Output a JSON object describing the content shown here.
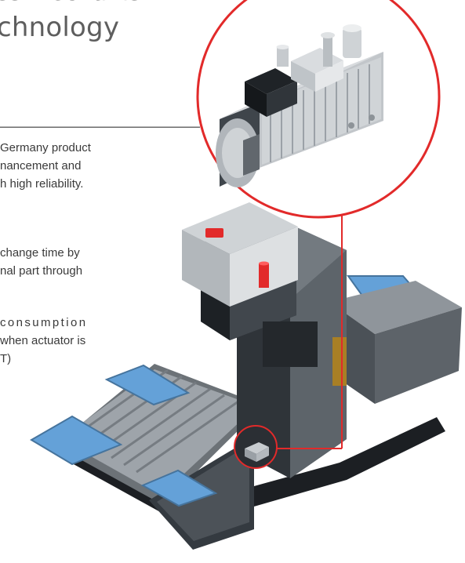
{
  "heading": {
    "top_line_partial": "ss Mechanism",
    "main_line_partial": "chnology"
  },
  "paragraphs": {
    "p1": {
      "line1": "Germany product",
      "line2": "nancement and",
      "line3": "h high reliability."
    },
    "p2": {
      "line1": "change time by",
      "line2": "nal part through"
    },
    "p3": {
      "line1": "consumption",
      "line2": "when actuator is",
      "line3": "T)"
    }
  },
  "colors": {
    "accent_red": "#e22a2a",
    "machine_dark": "#2c2f33",
    "machine_mid": "#5a5f66",
    "machine_light": "#c7cacd",
    "cover_blue": "#64a1d8"
  },
  "icons": {
    "callout": "zoom-callout-icon",
    "motor": "motor-icon"
  }
}
